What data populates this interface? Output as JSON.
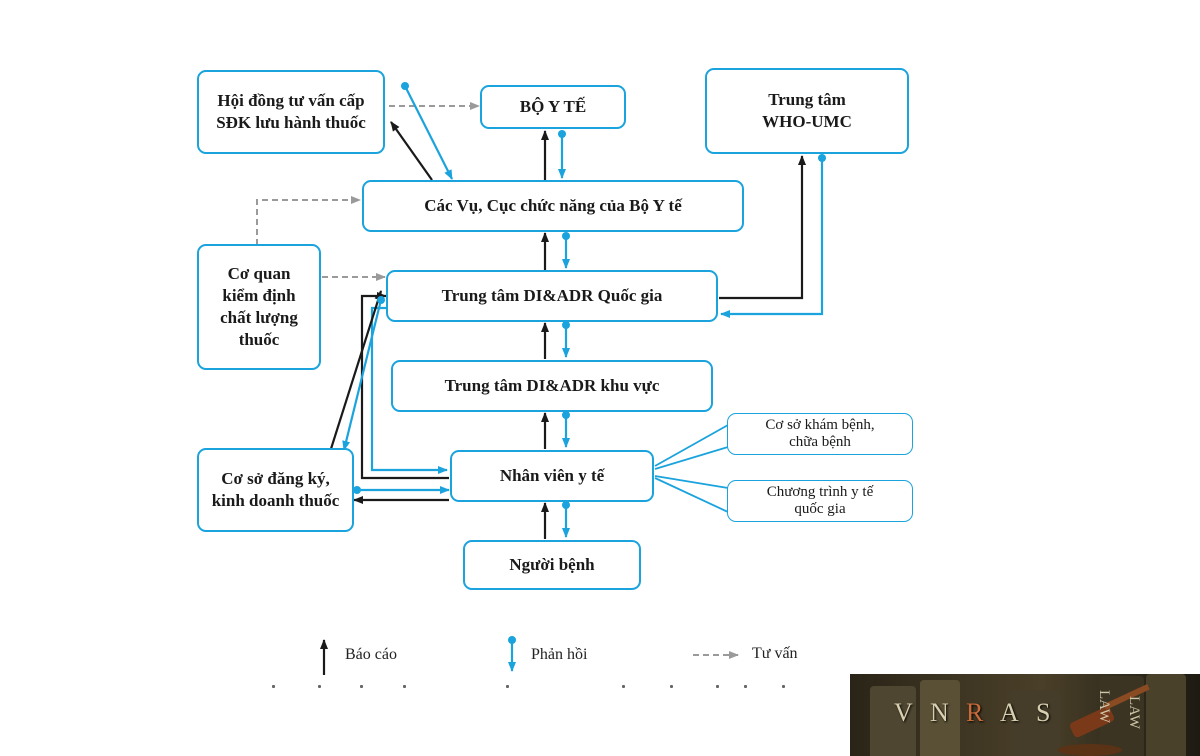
{
  "nodes": {
    "council": "Hội đồng tư vấn cấp\nSĐK lưu hành thuốc",
    "ministry": "BỘ Y TẾ",
    "who": "Trung tâm\nWHO-UMC",
    "departments": "Các Vụ, Cục chức năng của Bộ Y tế",
    "quality": "Cơ quan\nkiểm định\nchất lượng\nthuốc",
    "national_center": "Trung tâm DI&ADR Quốc gia",
    "regional_center": "Trung tâm DI&ADR khu vực",
    "registrar": "Cơ sở đăng ký,\nkinh doanh thuốc",
    "staff": "Nhân viên y tế",
    "clinics": "Cơ sở khám bệnh,\nchữa bệnh",
    "programs": "Chương trình y tế\nquốc gia",
    "patient": "Người bệnh"
  },
  "legend": {
    "report": "Báo cáo",
    "feedback": "Phản hồi",
    "advice": "Tư vấn"
  },
  "colors": {
    "report": "#1a1a1a",
    "feedback": "#1aa3dd",
    "advice": "#9a9a9a",
    "box_border": "#1aa3dd"
  },
  "logo": {
    "letters": "VNRA S",
    "highlight": "R",
    "side_text": "LAW"
  }
}
